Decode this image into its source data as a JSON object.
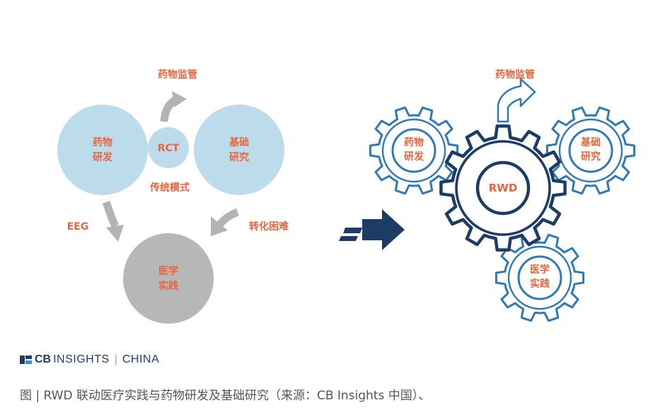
{
  "left_panel": {
    "drug_dev": [
      "药物",
      "研发"
    ],
    "rct": "RCT",
    "basic_research": [
      "基础",
      "研究"
    ],
    "regulation": "药物监管",
    "traditional_mode": "传统模式",
    "eeg": "EEG",
    "transform_difficulty": "转化困难",
    "medical_practice": [
      "医学",
      "实践"
    ]
  },
  "right_panel": {
    "regulation": "药物监管",
    "center": "RWD",
    "drug_dev": [
      "药物",
      "研发"
    ],
    "basic_research": [
      "基础",
      "研究"
    ],
    "medical_practice": [
      "医学",
      "实践"
    ]
  },
  "logo": {
    "cb": "CB",
    "insights": "INSIGHTS",
    "separator": "|",
    "china": "CHINA"
  },
  "caption": "图 | RWD 联动医疗实践与药物研发及基础研究（来源：CB Insights 中国）、",
  "colors": {
    "light_blue": "#bcdcec",
    "gray": "#b7b7b7",
    "arrow_gray": "#b3b3b3",
    "orange": "#e8663d",
    "navy": "#1c3c66",
    "gear_blue": "#2f79b6"
  }
}
